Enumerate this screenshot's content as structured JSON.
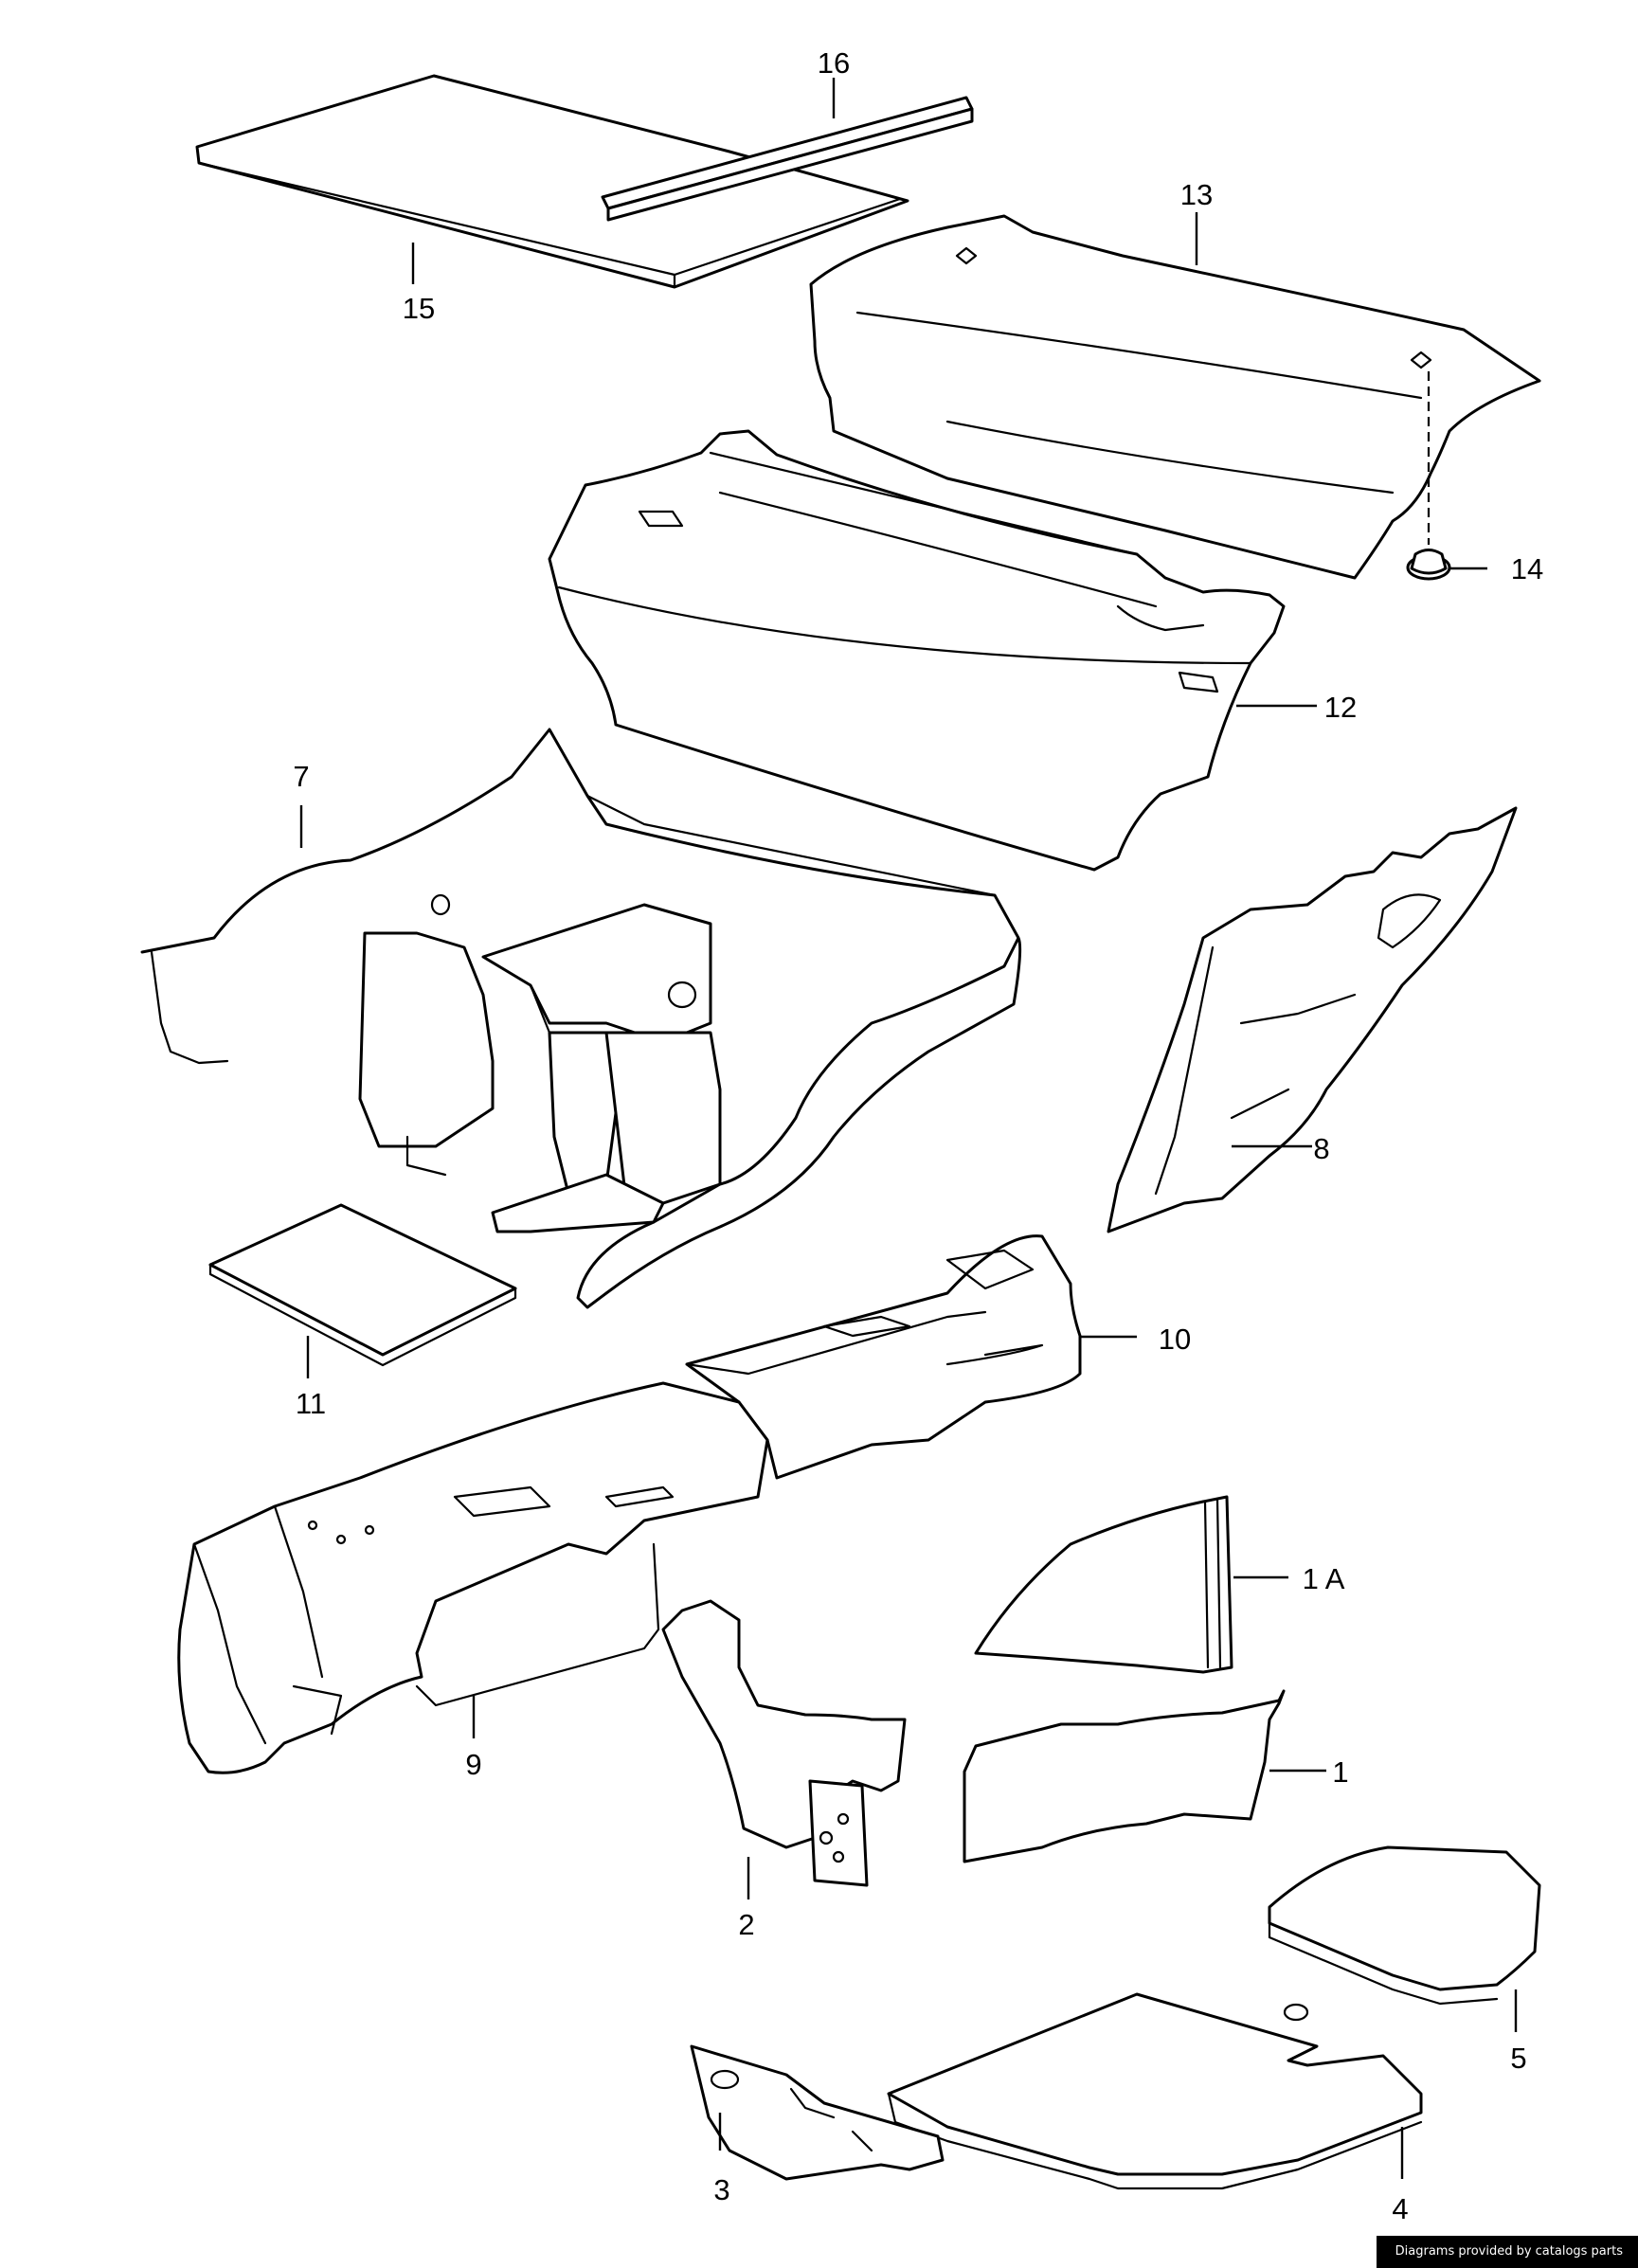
{
  "callouts": {
    "p16": "16",
    "p15": "15",
    "p13": "13",
    "p14": "14",
    "p12": "12",
    "p7": "7",
    "p8": "8",
    "p10": "10",
    "p11": "11",
    "p9": "9",
    "p1A": "1 A",
    "p1": "1",
    "p2": "2",
    "p5": "5",
    "p3": "3",
    "p4": "4"
  },
  "credit": "Diagrams provided by catalogs parts",
  "colors": {
    "line": "#000000",
    "background": "#ffffff",
    "credit_bg": "#000000",
    "credit_text": "#ffffff"
  }
}
